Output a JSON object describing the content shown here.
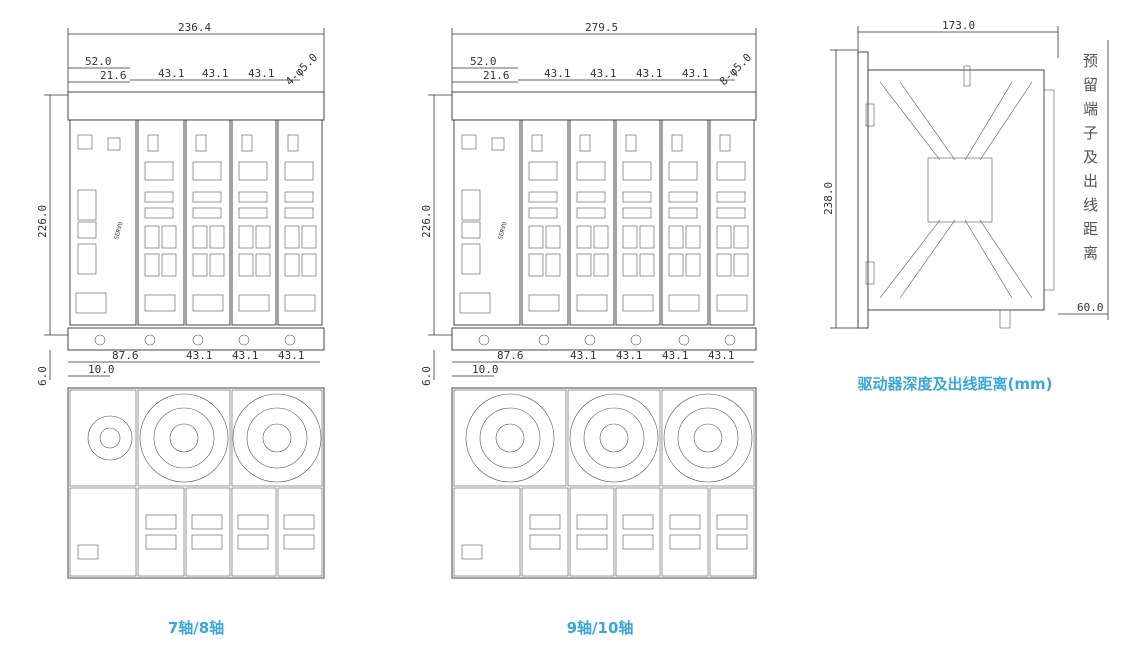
{
  "left_view": {
    "dim_total_width": "236.4",
    "dim_first_module": "52.0",
    "dim_offset": "21.6",
    "dim_pitch": [
      "43.1",
      "43.1",
      "43.1"
    ],
    "dim_hole": "4-φ5.0",
    "dim_height": "226.0",
    "dim_bottom_first": "87.6",
    "dim_bottom_pitch": [
      "43.1",
      "43.1",
      "43.1"
    ],
    "dim_bottom_offset": "6.0",
    "dim_bottom_margin": "10.0",
    "caption": "7轴/8轴"
  },
  "middle_view": {
    "dim_total_width": "279.5",
    "dim_first_module": "52.0",
    "dim_offset": "21.6",
    "dim_pitch": [
      "43.1",
      "43.1",
      "43.1",
      "43.1"
    ],
    "dim_hole": "8-φ5.0",
    "dim_height": "226.0",
    "dim_bottom_first": "87.6",
    "dim_bottom_pitch": [
      "43.1",
      "43.1",
      "43.1",
      "43.1"
    ],
    "dim_bottom_offset": "6.0",
    "dim_bottom_margin": "10.0",
    "caption": "9轴/10轴"
  },
  "side_view": {
    "dim_depth": "173.0",
    "dim_height": "238.0",
    "dim_clearance": "60.0",
    "reserve_label": [
      "预",
      "留",
      "端",
      "子",
      "及",
      "出",
      "线",
      "距",
      "离"
    ],
    "caption": "驱动器深度及出线距离(mm)"
  }
}
